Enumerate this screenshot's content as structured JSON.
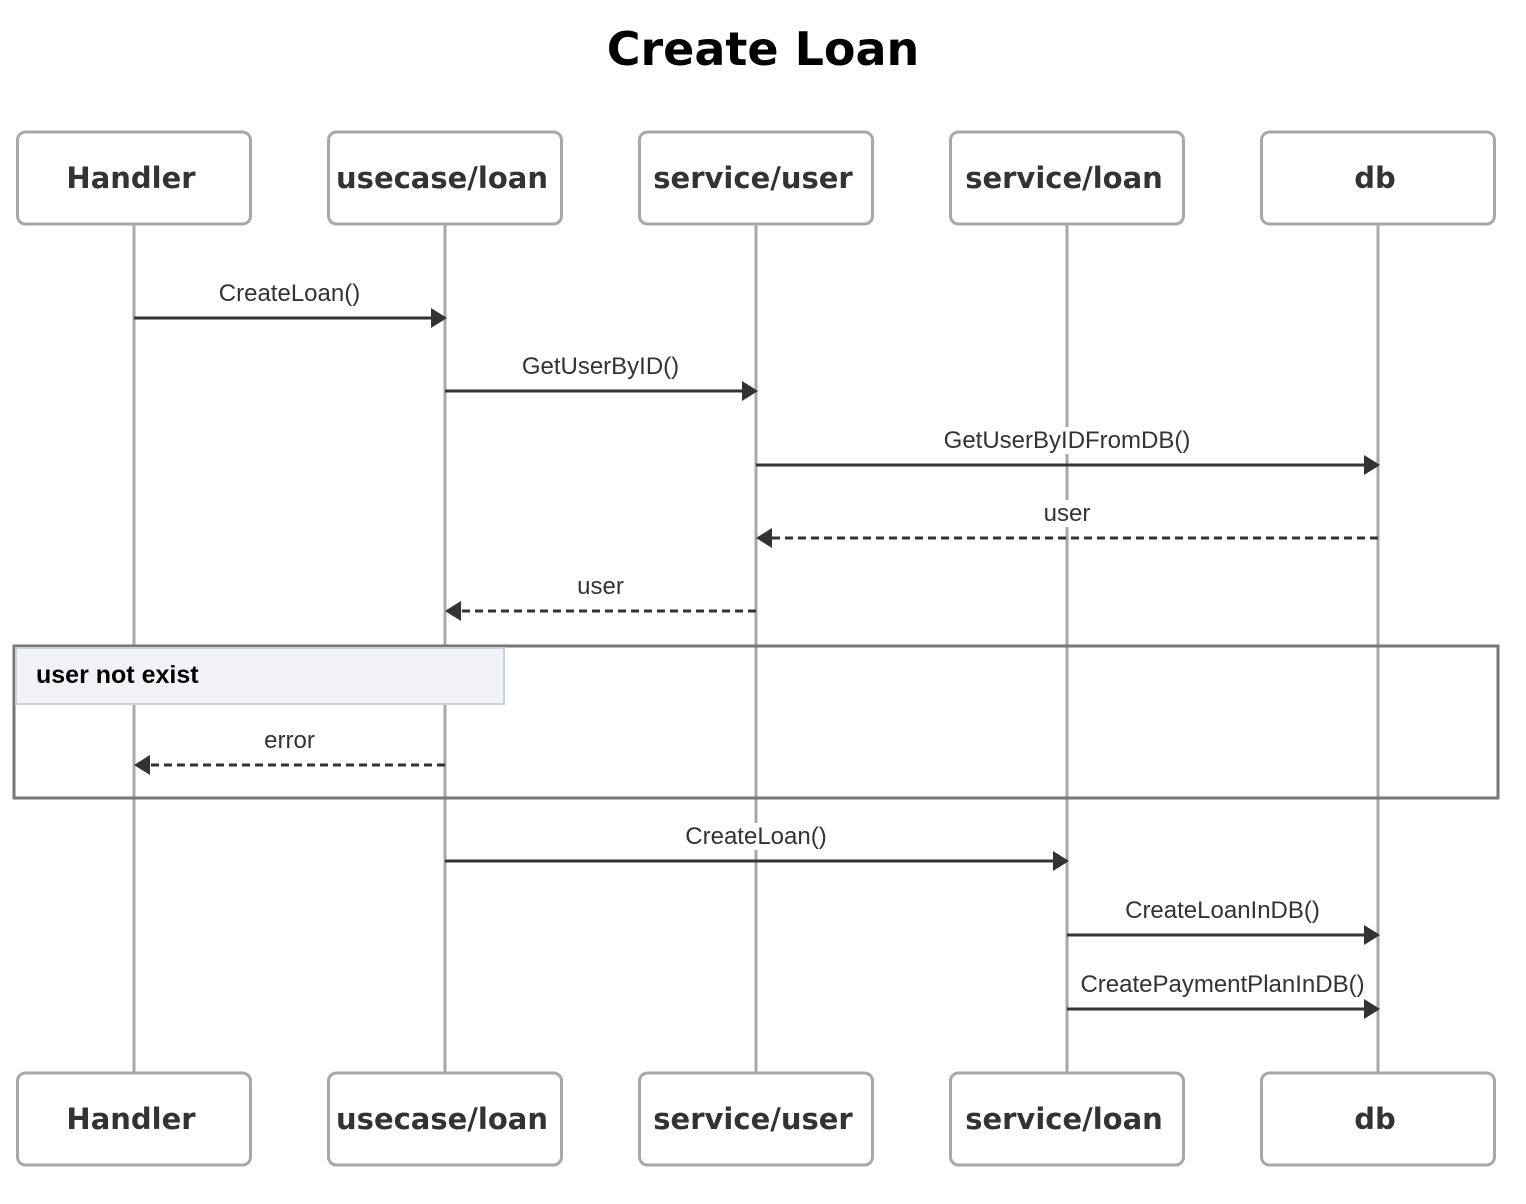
{
  "title": "Create Loan",
  "participants": [
    {
      "id": "handler",
      "label": "Handler"
    },
    {
      "id": "usecase_loan",
      "label": "usecase/loan"
    },
    {
      "id": "service_user",
      "label": "service/user"
    },
    {
      "id": "service_loan",
      "label": "service/loan"
    },
    {
      "id": "db",
      "label": "db"
    }
  ],
  "messages": [
    {
      "from": "handler",
      "to": "usecase_loan",
      "label": "CreateLoan()",
      "style": "solid"
    },
    {
      "from": "usecase_loan",
      "to": "service_user",
      "label": "GetUserByID()",
      "style": "solid"
    },
    {
      "from": "service_user",
      "to": "db",
      "label": "GetUserByIDFromDB()",
      "style": "solid"
    },
    {
      "from": "db",
      "to": "service_user",
      "label": "user",
      "style": "dashed"
    },
    {
      "from": "service_user",
      "to": "usecase_loan",
      "label": "user",
      "style": "dashed"
    },
    {
      "from": "usecase_loan",
      "to": "handler",
      "label": "error",
      "style": "dashed",
      "fragment": 0
    },
    {
      "from": "usecase_loan",
      "to": "service_loan",
      "label": "CreateLoan()",
      "style": "solid"
    },
    {
      "from": "service_loan",
      "to": "db",
      "label": "CreateLoanInDB()",
      "style": "solid"
    },
    {
      "from": "service_loan",
      "to": "db",
      "label": "CreatePaymentPlanInDB()",
      "style": "solid"
    }
  ],
  "fragments": [
    {
      "label": "user not exist"
    }
  ],
  "colors": {
    "line": "#333333",
    "lifeline": "#a8a8a8",
    "fragment_header": "#f2f3f8"
  }
}
